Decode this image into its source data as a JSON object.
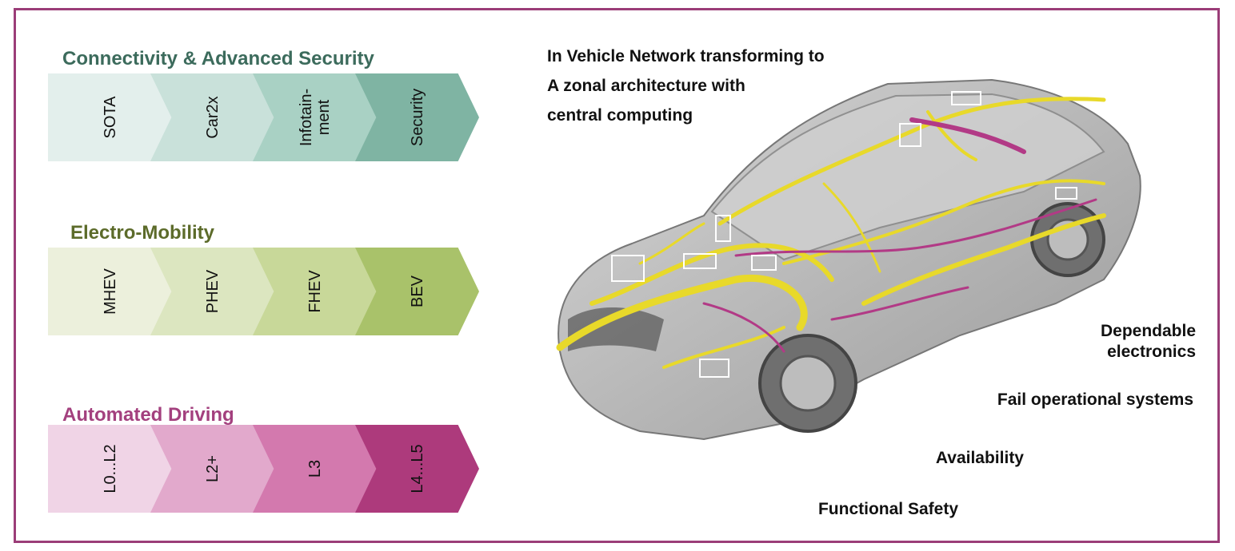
{
  "rows": [
    {
      "title": "Connectivity & Advanced Security",
      "title_color": "#3c6b5c",
      "items": [
        {
          "label": "SOTA",
          "color": "#e3efec"
        },
        {
          "label": "Car2x",
          "color": "#c9e1da"
        },
        {
          "label": "Infotain-\nment",
          "color": "#a9d1c4"
        },
        {
          "label": "Security",
          "color": "#7fb4a3"
        }
      ]
    },
    {
      "title": "Electro-Mobility",
      "title_color": "#5c6b2a",
      "items": [
        {
          "label": "MHEV",
          "color": "#ecf0dc"
        },
        {
          "label": "PHEV",
          "color": "#dce6c0"
        },
        {
          "label": "FHEV",
          "color": "#c8d899"
        },
        {
          "label": "BEV",
          "color": "#a9c26a"
        }
      ]
    },
    {
      "title": "Automated Driving",
      "title_color": "#a3407e",
      "items": [
        {
          "label": "L0...L2",
          "color": "#f0d4e6"
        },
        {
          "label": "L2+",
          "color": "#e2a9cc"
        },
        {
          "label": "L3",
          "color": "#d379ae"
        },
        {
          "label": "L4...L5",
          "color": "#ad3a7c"
        }
      ]
    }
  ],
  "network_title": "In Vehicle Network transforming to\nA zonal architecture with\ncentral computing",
  "attributes": [
    {
      "label": "Dependable\nelectronics"
    },
    {
      "label": "Fail operational systems"
    },
    {
      "label": "Availability"
    },
    {
      "label": "Functional Safety"
    }
  ],
  "colors": {
    "frame": "#9b3d78",
    "wire_yellow": "#e8d92a",
    "wire_magenta": "#b23a86",
    "car_body": "#b9b9b9"
  }
}
